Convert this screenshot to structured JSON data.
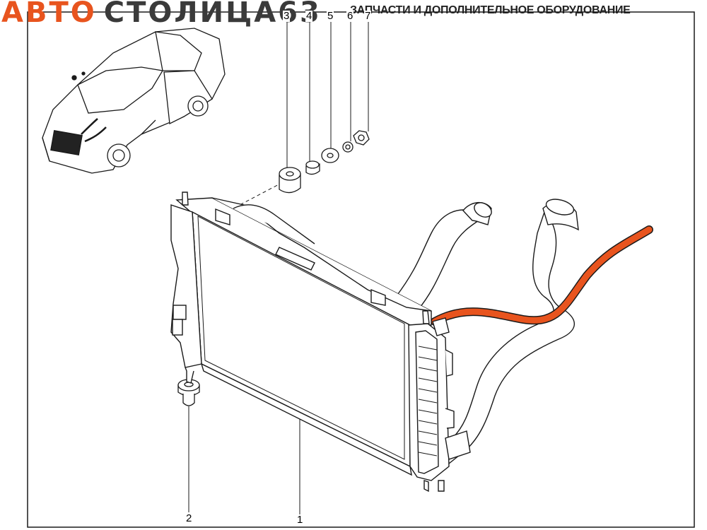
{
  "brand": {
    "word1": "АВТО",
    "word2": "СТОЛИЦА63",
    "tagline": "ЗАПЧАСТИ И ДОПОЛНИТЕЛЬНОЕ ОБОРУДОВАНИЕ",
    "accent_color": "#e8541e",
    "dark_color": "#3a3a3a"
  },
  "callouts": {
    "c1": "1",
    "c2": "2",
    "c3": "3",
    "c4": "4",
    "c5": "5",
    "c6": "6",
    "c7": "7"
  },
  "colors": {
    "line": "#1a1a1a",
    "highlight_hose": "#e8541e"
  }
}
